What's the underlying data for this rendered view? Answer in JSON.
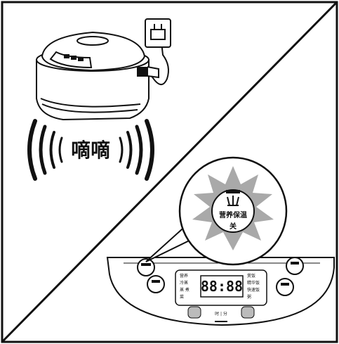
{
  "sound_text": "嘀嘀",
  "callout": {
    "button_label": "营养保温",
    "button_sublabel": "关"
  },
  "panel": {
    "display_value": "88:88",
    "bottom_icons": "时 | 分",
    "left_row_labels": [
      "营养",
      "冷蒸",
      "蒸 煮",
      "菜"
    ],
    "right_row_labels": [
      "煲饭",
      "精华饭",
      "快速饭",
      "粥"
    ]
  },
  "colors": {
    "outline": "#111111",
    "burst_gray": "#a9a9a9",
    "background": "#ffffff"
  }
}
